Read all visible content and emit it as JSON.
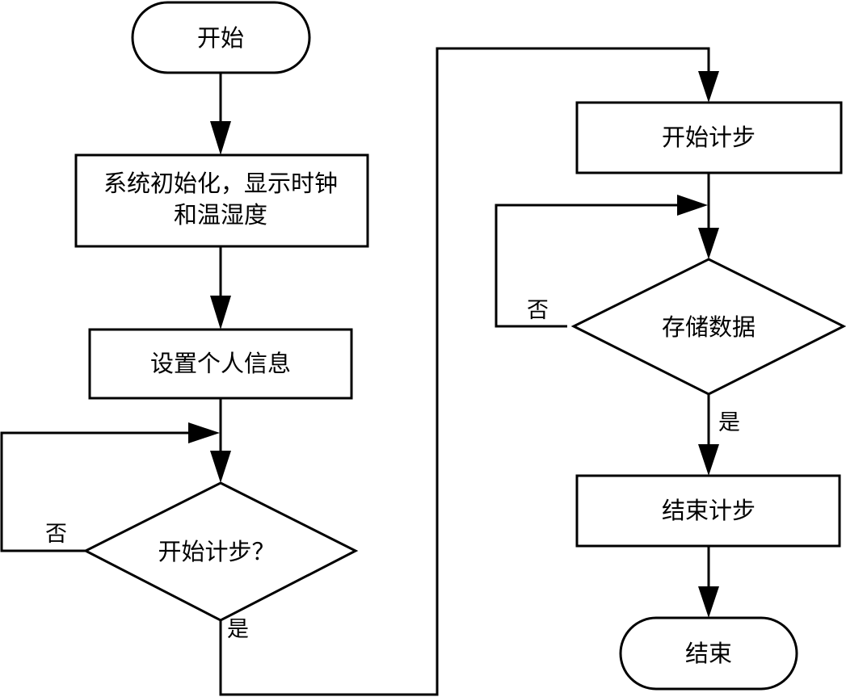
{
  "diagram": {
    "type": "flowchart",
    "nodes": [
      {
        "id": "start",
        "shape": "terminal",
        "lines": [
          "开始"
        ]
      },
      {
        "id": "init",
        "shape": "process",
        "lines": [
          "系统初始化，显示时钟",
          "和温湿度"
        ]
      },
      {
        "id": "set_info",
        "shape": "process",
        "lines": [
          "设置个人信息"
        ]
      },
      {
        "id": "start_step_q",
        "shape": "decision",
        "lines": [
          "开始计步？"
        ]
      },
      {
        "id": "start_step",
        "shape": "process",
        "lines": [
          "开始计步"
        ]
      },
      {
        "id": "store_data",
        "shape": "decision",
        "lines": [
          "存储数据"
        ]
      },
      {
        "id": "end_step",
        "shape": "process",
        "lines": [
          "结束计步"
        ]
      },
      {
        "id": "end",
        "shape": "terminal",
        "lines": [
          "结束"
        ]
      }
    ],
    "edges": [
      {
        "from": "start",
        "to": "init",
        "label": ""
      },
      {
        "from": "init",
        "to": "set_info",
        "label": ""
      },
      {
        "from": "set_info",
        "to": "start_step_q",
        "label": ""
      },
      {
        "from": "start_step_q",
        "to": "start_step_q",
        "label": "否"
      },
      {
        "from": "start_step_q",
        "to": "start_step",
        "label": "是"
      },
      {
        "from": "start_step",
        "to": "store_data",
        "label": ""
      },
      {
        "from": "store_data",
        "to": "store_data",
        "label": "否"
      },
      {
        "from": "store_data",
        "to": "end_step",
        "label": "是"
      },
      {
        "from": "end_step",
        "to": "end",
        "label": ""
      }
    ],
    "colors": {
      "stroke": "#000000",
      "fill": "#ffffff",
      "text": "#000000"
    }
  }
}
